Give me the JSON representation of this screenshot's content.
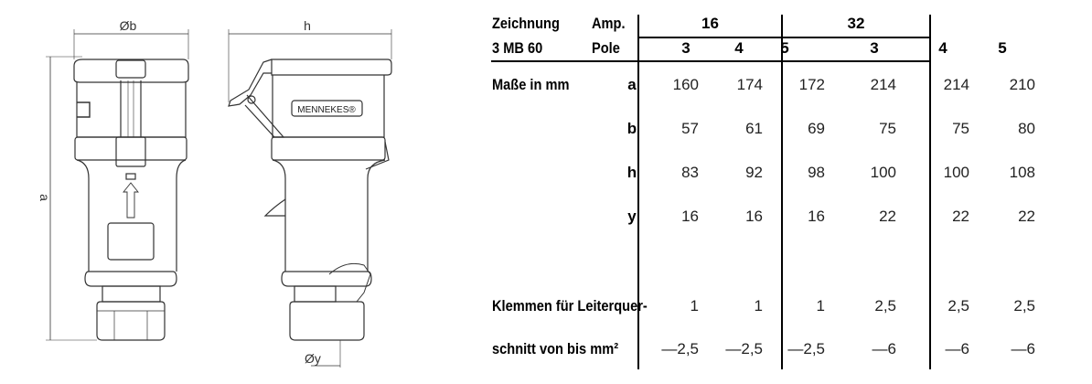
{
  "drawing": {
    "dim_b": "Øb",
    "dim_h": "h",
    "dim_a": "a",
    "dim_y": "Øy",
    "brand_logo": "MENNEKES®"
  },
  "table": {
    "header": {
      "drawing_label": "Zeichnung",
      "drawing_number": "3 MB 60",
      "amp_label": "Amp.",
      "pole_label": "Pole",
      "amp_groups": [
        "16",
        "32"
      ],
      "poles": [
        "3",
        "4",
        "5",
        "3",
        "4",
        "5"
      ]
    },
    "dimensions_label": "Maße in mm",
    "rows": [
      {
        "key": "a",
        "values": [
          "160",
          "174",
          "172",
          "214",
          "214",
          "210"
        ]
      },
      {
        "key": "b",
        "values": [
          "57",
          "61",
          "69",
          "75",
          "75",
          "80"
        ]
      },
      {
        "key": "h",
        "values": [
          "83",
          "92",
          "98",
          "100",
          "100",
          "108"
        ]
      },
      {
        "key": "y",
        "values": [
          "16",
          "16",
          "16",
          "22",
          "22",
          "22"
        ]
      }
    ],
    "terminals_label_1": "Klemmen für Leiterquer-",
    "terminals_label_2": "schnitt von bis mm²",
    "terminals_from": [
      "1",
      "1",
      "1",
      "2,5",
      "2,5",
      "2,5"
    ],
    "terminals_to": [
      "—2,5",
      "—2,5",
      "—2,5",
      "—6",
      "—6",
      "—6"
    ]
  }
}
